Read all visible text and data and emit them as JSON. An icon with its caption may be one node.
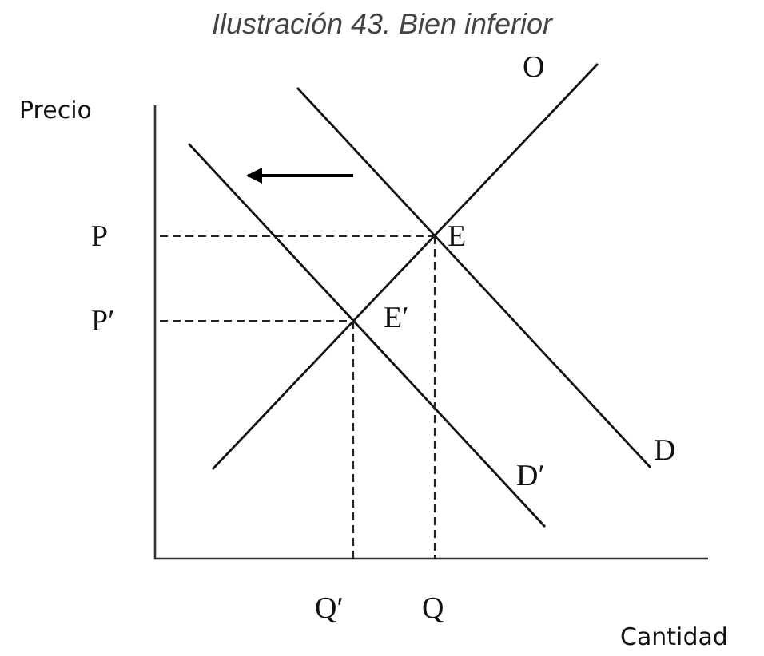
{
  "diagram": {
    "title": "Ilustración 43. Bien inferior",
    "labels": [
      "Precio",
      "O",
      "P",
      "E",
      "P′",
      "E′",
      "D",
      "D′",
      "Q′",
      "Q",
      "Cantidad"
    ]
  }
}
